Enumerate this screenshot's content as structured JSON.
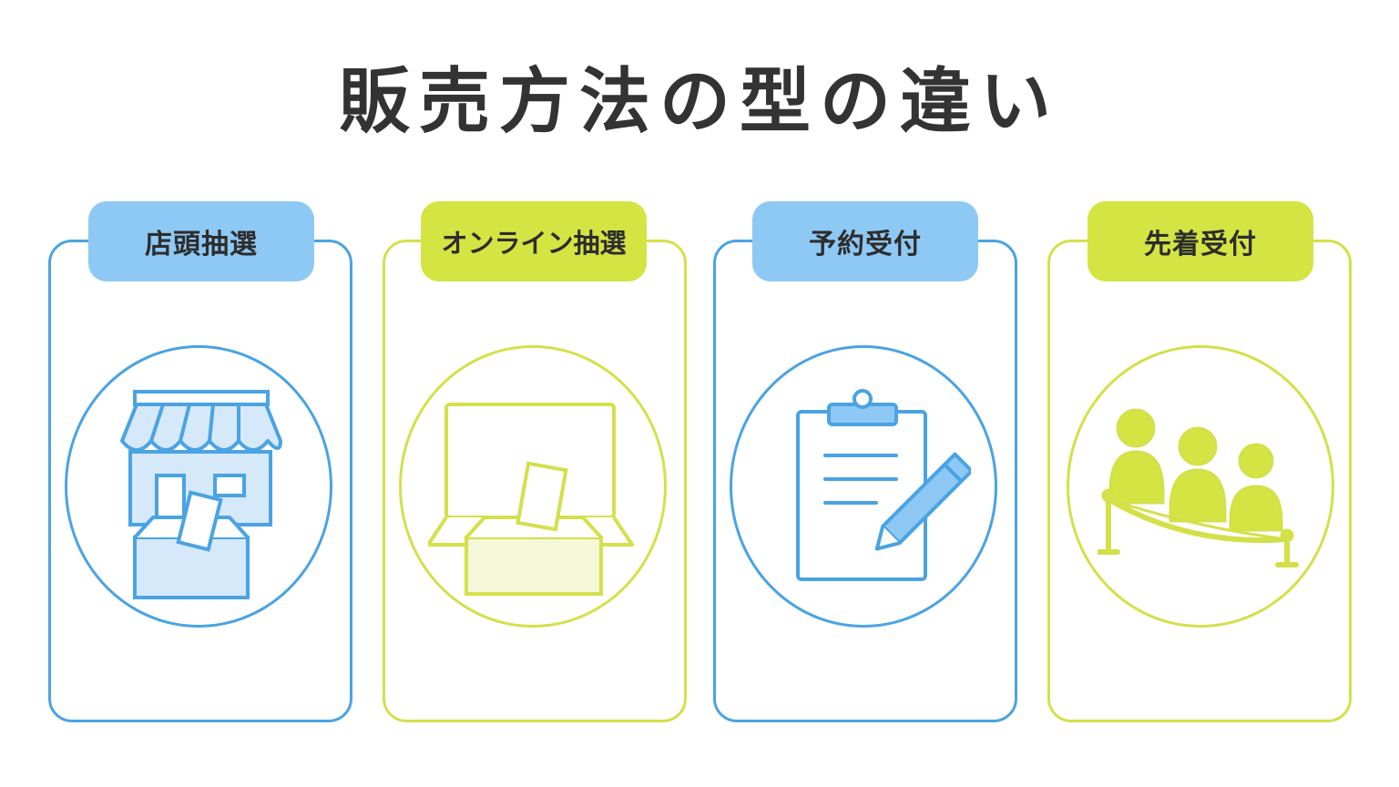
{
  "title": "販売方法の型の違い",
  "colors": {
    "blue": "#4aa3e3",
    "blue_fill": "#8ec8f4",
    "blue_light": "#d6e9fa",
    "green": "#d4e04a",
    "green_fill": "#d4e443",
    "green_light": "#f4f8d9",
    "text": "#333333"
  },
  "cards": [
    {
      "label": "店頭抽選",
      "theme": "blue",
      "icon": "storefront-ballot-box-icon"
    },
    {
      "label": "オンライン抽選",
      "theme": "green",
      "icon": "laptop-ballot-box-icon"
    },
    {
      "label": "予約受付",
      "theme": "blue",
      "icon": "clipboard-pencil-icon"
    },
    {
      "label": "先着受付",
      "theme": "green",
      "icon": "queue-people-icon"
    }
  ]
}
